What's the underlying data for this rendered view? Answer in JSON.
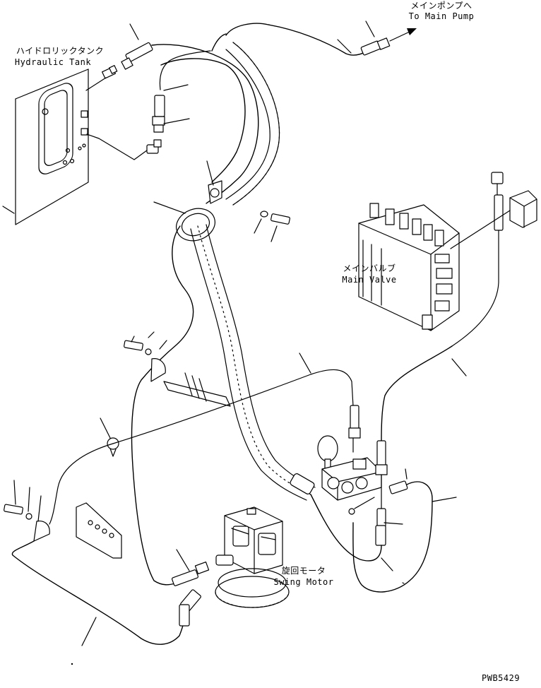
{
  "labels": {
    "main_pump_jp": "メインポンプへ",
    "main_pump_en": "To Main Pump",
    "hyd_tank_jp": "ハイドロリックタンク",
    "hyd_tank_en": "Hydraulic Tank",
    "main_valve_jp": "メインバルブ",
    "main_valve_en": "Main Valve",
    "swing_motor_jp": "旋回モータ",
    "swing_motor_en": "Swing Motor",
    "drawing_code": "PWB5429"
  }
}
